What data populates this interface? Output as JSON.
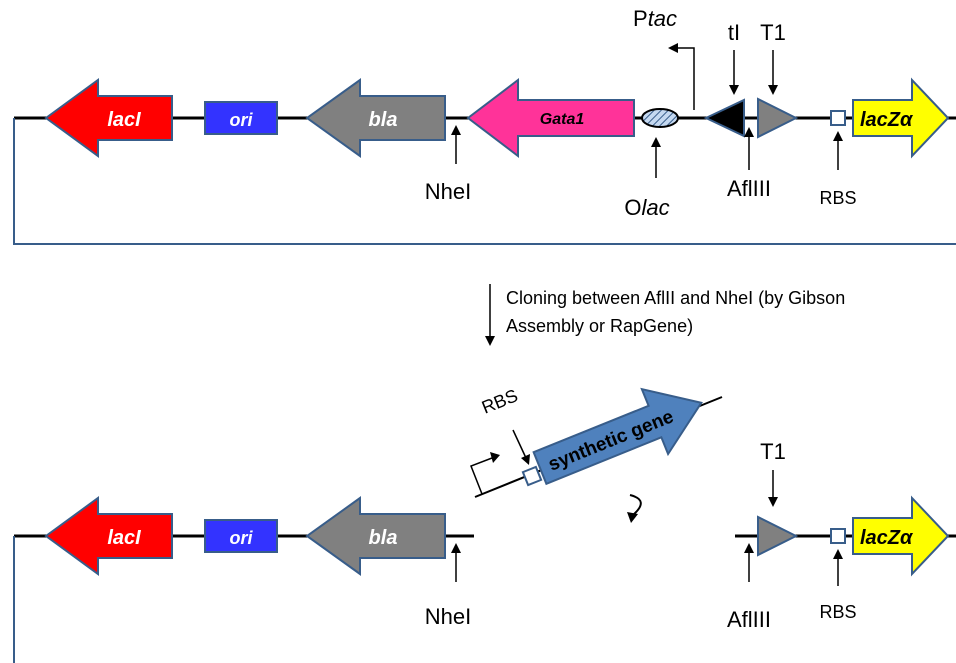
{
  "top_map": {
    "genes": {
      "lacI": "lacI",
      "ori": "ori",
      "bla": "bla",
      "gata1": "Gata1",
      "lacZ_prefix": "lacZ",
      "lacZ_greek": "α"
    },
    "labels": {
      "ptac_p": "P",
      "ptac_tac": "tac",
      "tI": "tI",
      "T1": "T1",
      "NheI": "NheI",
      "Olac_o": "O",
      "Olac_lac": "lac",
      "AflIII": "AflIII",
      "RBS": "RBS"
    }
  },
  "step": {
    "line1": "Cloning between AflII and NheI (by Gibson",
    "line2": "Assembly or RapGene)"
  },
  "bottom_map": {
    "genes": {
      "lacI": "lacI",
      "ori": "ori",
      "bla": "bla",
      "synthetic": "synthetic gene",
      "lacZ_prefix": "lacZ",
      "lacZ_greek": "α"
    },
    "labels": {
      "RBS_insert": "RBS",
      "T1": "T1",
      "NheI": "NheI",
      "AflIII": "AflIII",
      "RBS": "RBS"
    }
  },
  "colors": {
    "lacI": "#ff0000",
    "ori": "#3333ff",
    "bla": "#808080",
    "gata1": "#ff3399",
    "synthetic": "#4f81bd",
    "lacZ": "#ffff00",
    "outline": "#385d8a",
    "backbone": "#000000",
    "loop": "#385d8a",
    "olac": "#c5d9f1"
  }
}
